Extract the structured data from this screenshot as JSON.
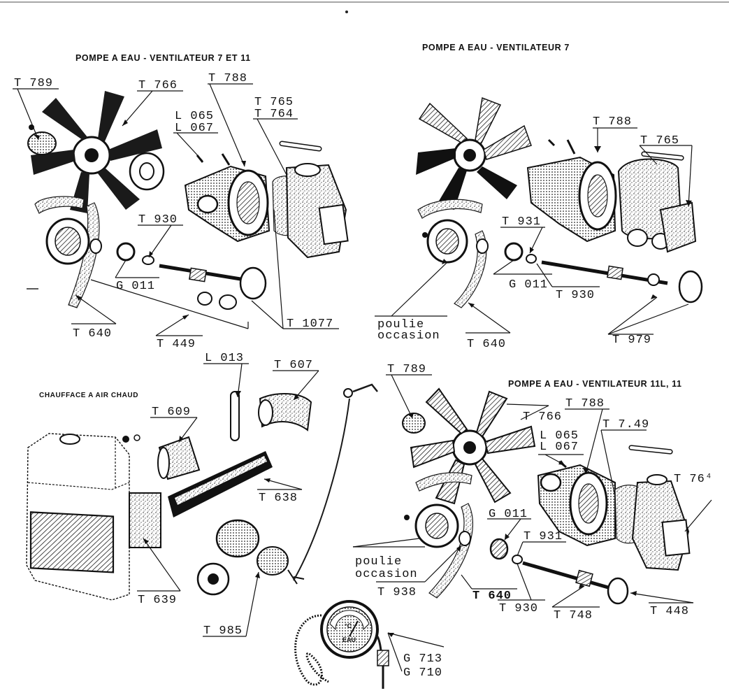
{
  "sections": {
    "top_left": {
      "title": "POMPE A EAU - VENTILATEUR 7 ET 11"
    },
    "top_right": {
      "title": "POMPE A EAU - VENTILATEUR 7"
    },
    "bottom_left": {
      "title": "CHAUFFACE A AIR CHAUD"
    },
    "bottom_right": {
      "title": "POMPE A EAU - VENTILATEUR 11L, 11"
    }
  },
  "labels": {
    "tl_t789": "T 789",
    "tl_t766": "T 766",
    "tl_t788": "T 788",
    "tl_l065": "L 065",
    "tl_l067": "L 067",
    "tl_t765": "T 765",
    "tl_t764": "T 764",
    "tl_t930": "T 930",
    "tl_g011": "G 011",
    "tl_t640": "T 640",
    "tl_t449": "T 449",
    "tl_t1077": "T 1077",
    "tr_t788": "T 788",
    "tr_t765": "T 765",
    "tr_t931": "T 931",
    "tr_g011": "G 011",
    "tr_t930": "T 930",
    "tr_poulie": "poulie",
    "tr_occasion": "occasion",
    "tr_t640": "T 640",
    "tr_t979": "T 979",
    "bl_l013": "L 013",
    "bl_t607": "T 607",
    "bl_t609": "T 609",
    "bl_t638": "T 638",
    "bl_t639": "T 639",
    "bl_t985": "T 985",
    "br_t789": "T 789",
    "br_t766": "T 766",
    "br_t788": "T 788",
    "br_t749": "T 7.49",
    "br_l065": "L 065",
    "br_l067": "L 067",
    "br_t764": "T 76⁴",
    "br_g011": "G 011",
    "br_t931": "T 931",
    "br_poulie": "poulie",
    "br_occasion": "occasion",
    "br_t938": "T 938",
    "br_t640": "T 640",
    "br_t930": "T 930",
    "br_t748": "T 748",
    "br_t448": "T 448",
    "g_g713": "G 713",
    "g_g710": "G 710"
  },
  "gauge": {
    "face_text": "EAU",
    "unit": "°C"
  }
}
